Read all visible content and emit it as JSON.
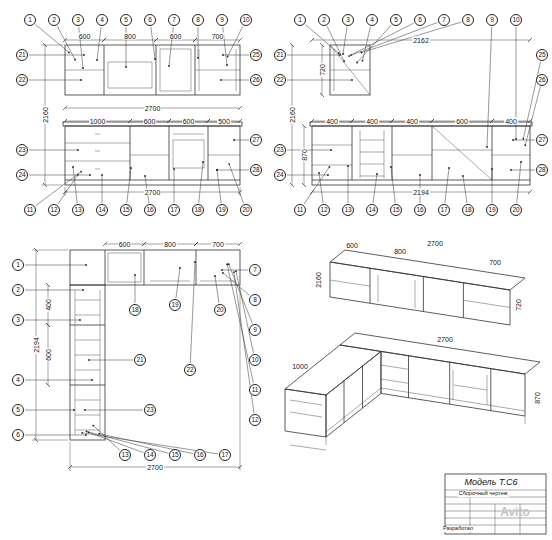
{
  "diagram": {
    "nodes": [
      {
        "text": [
          "1"
        ]
      },
      {
        "text": [
          "2"
        ]
      },
      {
        "text": [
          "3"
        ]
      },
      {
        "text": [
          "4"
        ]
      },
      {
        "text": [
          "5"
        ]
      },
      {
        "text": [
          "6"
        ]
      },
      {
        "text": [
          "7"
        ]
      },
      {
        "text": [
          "8"
        ]
      },
      {
        "text": [
          "9"
        ]
      },
      {
        "text": [
          "10"
        ]
      },
      {
        "text": [
          "11"
        ]
      },
      {
        "text": [
          "12"
        ]
      },
      {
        "text": [
          "13"
        ]
      },
      {
        "text": [
          "14"
        ]
      },
      {
        "text": [
          "15"
        ]
      },
      {
        "text": [
          "16"
        ]
      },
      {
        "text": [
          "17"
        ]
      },
      {
        "text": [
          "18"
        ]
      },
      {
        "text": [
          "19"
        ]
      },
      {
        "text": [
          "20"
        ]
      },
      {
        "text": [
          "21"
        ]
      },
      {
        "text": [
          "22"
        ]
      },
      {
        "text": [
          "23"
        ]
      },
      {
        "text": [
          "24"
        ]
      },
      {
        "text": [
          "25"
        ]
      },
      {
        "text": [
          "26"
        ]
      },
      {
        "text": [
          "27"
        ]
      },
      {
        "text": [
          "28"
        ]
      },
      {
        "text": [
          "1"
        ]
      },
      {
        "text": [
          "2"
        ]
      },
      {
        "text": [
          "3"
        ]
      },
      {
        "text": [
          "4"
        ]
      },
      {
        "text": [
          "5"
        ]
      },
      {
        "text": [
          "6"
        ]
      },
      {
        "text": [
          "7"
        ]
      },
      {
        "text": [
          "8"
        ]
      },
      {
        "text": [
          "9"
        ]
      },
      {
        "text": [
          "10"
        ]
      },
      {
        "text": [
          "11"
        ]
      },
      {
        "text": [
          "12"
        ]
      },
      {
        "text": [
          "13"
        ]
      },
      {
        "text": [
          "14"
        ]
      },
      {
        "text": [
          "15"
        ]
      },
      {
        "text": [
          "16"
        ]
      },
      {
        "text": [
          "17"
        ]
      },
      {
        "text": [
          "18"
        ]
      },
      {
        "text": [
          "19"
        ]
      },
      {
        "text": [
          "20"
        ]
      },
      {
        "text": [
          "21"
        ]
      },
      {
        "text": [
          "22"
        ]
      },
      {
        "text": [
          "23"
        ]
      },
      {
        "text": [
          "24"
        ]
      },
      {
        "text": [
          "25"
        ]
      },
      {
        "text": [
          "26"
        ]
      },
      {
        "text": [
          "27"
        ]
      },
      {
        "text": [
          "28"
        ]
      },
      {
        "text": [
          "1"
        ]
      },
      {
        "text": [
          "2"
        ]
      },
      {
        "text": [
          "3"
        ]
      },
      {
        "text": [
          "4"
        ]
      },
      {
        "text": [
          "5"
        ]
      },
      {
        "text": [
          "6"
        ]
      },
      {
        "text": [
          "7"
        ]
      },
      {
        "text": [
          "8"
        ]
      },
      {
        "text": [
          "9"
        ]
      },
      {
        "text": [
          "10"
        ]
      },
      {
        "text": [
          "11"
        ]
      },
      {
        "text": [
          "12"
        ]
      },
      {
        "text": [
          "13"
        ]
      },
      {
        "text": [
          "14"
        ]
      },
      {
        "text": [
          "15"
        ]
      },
      {
        "text": [
          "16"
        ]
      },
      {
        "text": [
          "17"
        ]
      },
      {
        "text": [
          "18"
        ]
      },
      {
        "text": [
          "19"
        ]
      },
      {
        "text": [
          "20"
        ]
      },
      {
        "text": [
          "21"
        ]
      },
      {
        "text": [
          "22"
        ]
      },
      {
        "text": [
          "23"
        ]
      }
    ],
    "labels": [
      "600",
      "800",
      "600",
      "700",
      "2700",
      "1000",
      "600",
      "600",
      "500",
      "2700",
      "2160",
      "2162",
      "400",
      "400",
      "400",
      "600",
      "400",
      "2194",
      "2160",
      "870",
      "720",
      "600",
      "800",
      "700",
      "400",
      "600",
      "2194",
      "2700",
      "2700",
      "600",
      "800",
      "700",
      "2160",
      "720",
      "1000",
      "2700",
      "870",
      "Модель Т.С6",
      "Сборочный чертеж",
      "Разработал",
      "Avito"
    ]
  }
}
